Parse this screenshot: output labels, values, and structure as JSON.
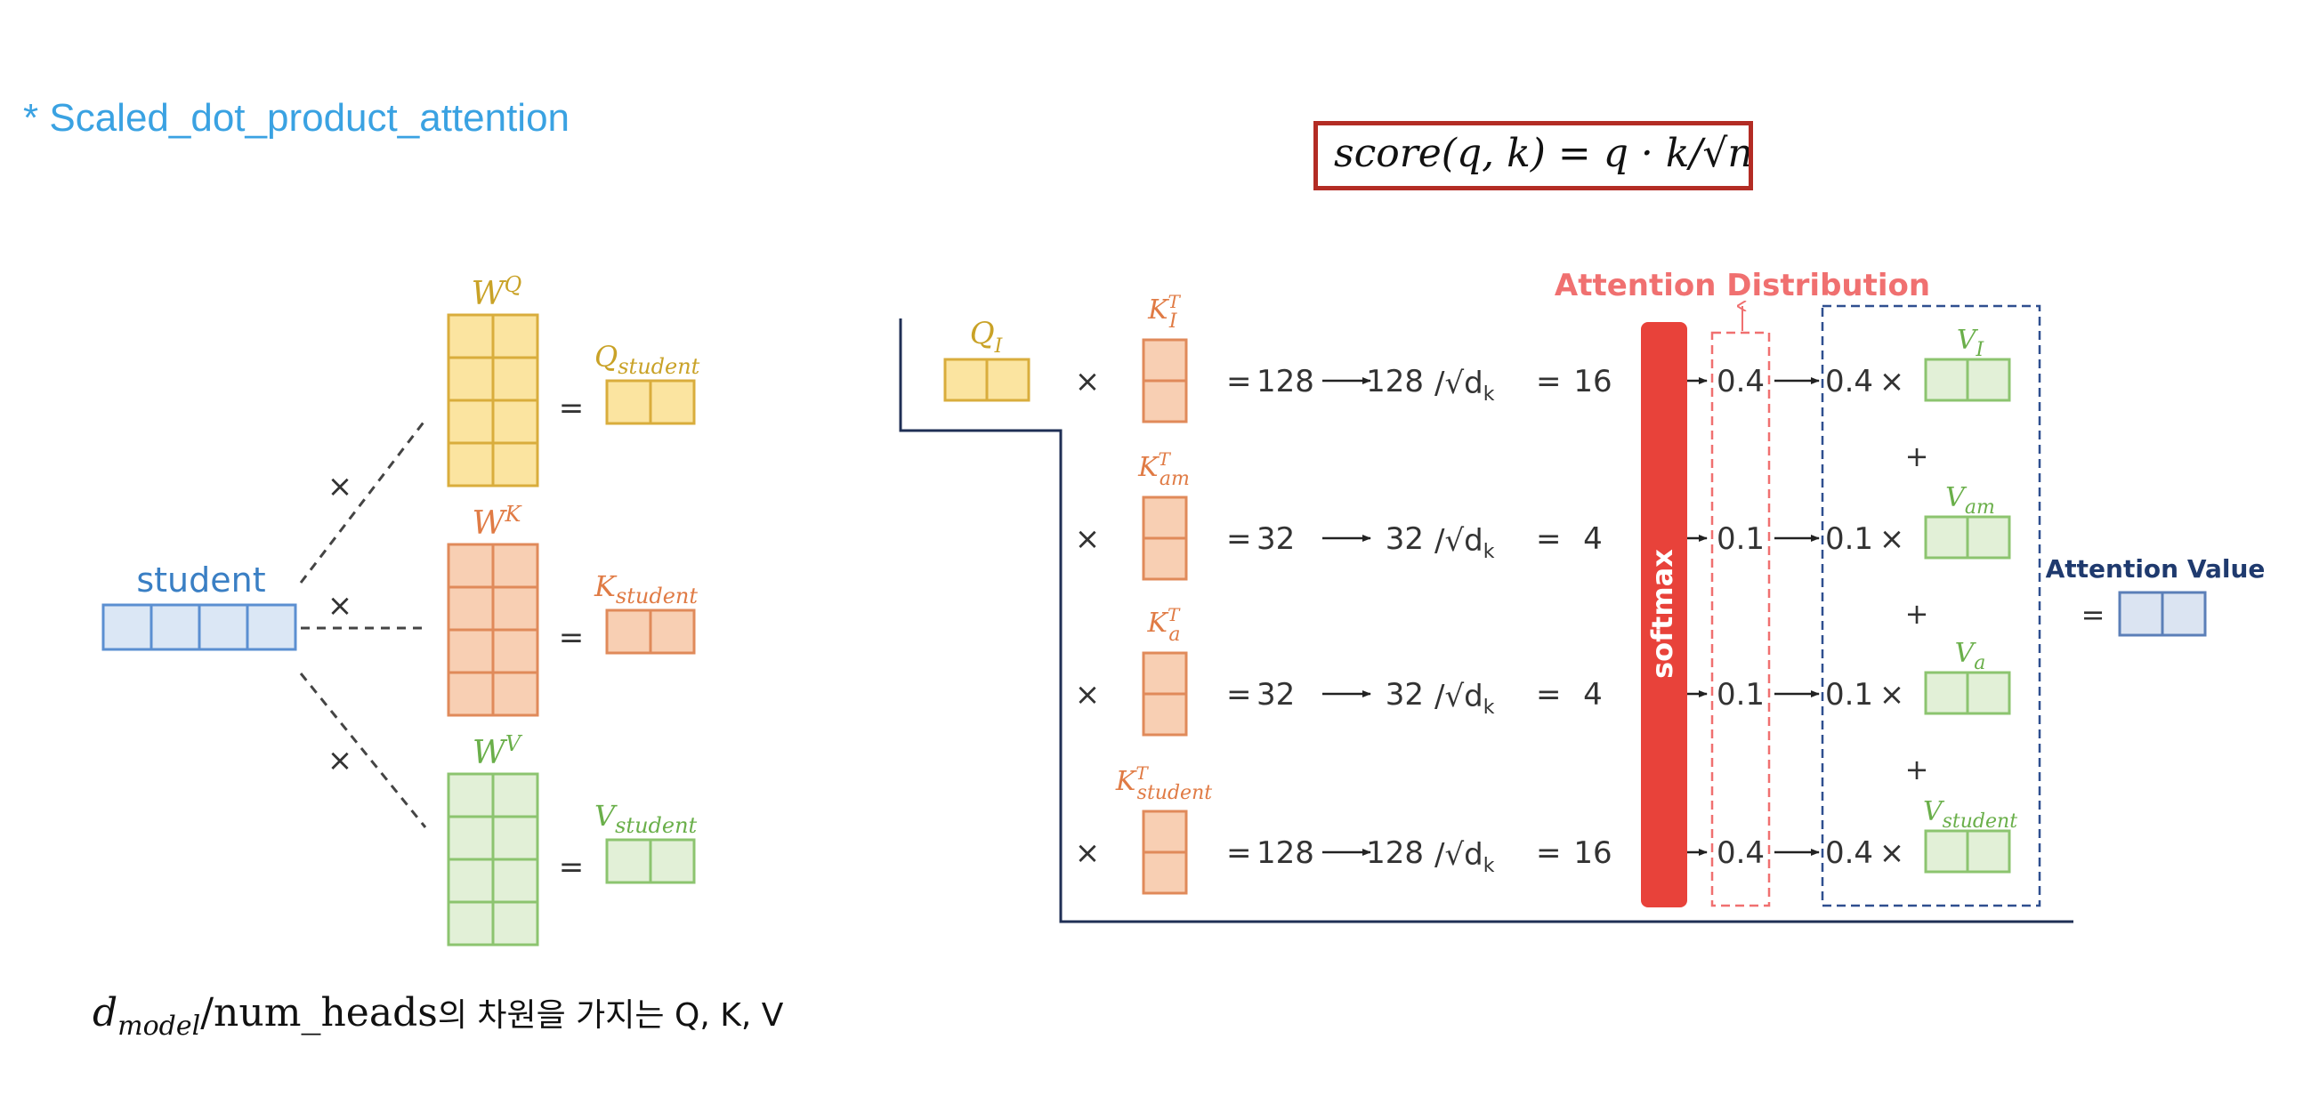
{
  "title": "* Scaled_dot_product_attention",
  "formula": "score(q, k) = q · k/√n",
  "caption": {
    "symbol": "d",
    "subscript": "model",
    "math_suffix": "/num_heads",
    "text": "의 차원을 가지는 Q, K, V"
  },
  "left": {
    "input_label": "student",
    "times": "×",
    "equals": "=",
    "weights": [
      {
        "name": "W",
        "sup": "Q",
        "output_label": "Q",
        "output_sub": "student",
        "color": "#c9a227"
      },
      {
        "name": "W",
        "sup": "K",
        "output_label": "K",
        "output_sub": "student",
        "color": "#e07b45"
      },
      {
        "name": "W",
        "sup": "V",
        "output_label": "V",
        "output_sub": "student",
        "color": "#6aaf4a"
      }
    ]
  },
  "right": {
    "query_label": "Q",
    "query_sub": "I",
    "attention_distribution_label": "Attention Distribution",
    "softmax_label": "softmax",
    "attention_value_label": "Attention Value",
    "sqrt_dk": "√d",
    "dk_sub": "k",
    "times": "×",
    "equals": "=",
    "plus": "+",
    "rows": [
      {
        "key_sub": "I",
        "dot": "128",
        "scaled_num": "128",
        "scaled": "16",
        "prob": "0.4",
        "weight": "0.4",
        "value_sub": "I"
      },
      {
        "key_sub": "am",
        "dot": "32",
        "scaled_num": "32",
        "scaled": "4",
        "prob": "0.1",
        "weight": "0.1",
        "value_sub": "am"
      },
      {
        "key_sub": "a",
        "dot": "32",
        "scaled_num": "32",
        "scaled": "4",
        "prob": "0.1",
        "weight": "0.1",
        "value_sub": "a"
      },
      {
        "key_sub": "student",
        "dot": "128",
        "scaled_num": "128",
        "scaled": "16",
        "prob": "0.4",
        "weight": "0.4",
        "value_sub": "student"
      }
    ]
  },
  "colors": {
    "title": "#3aa2e2",
    "formula_border": "#b32c24",
    "query": "#c9a227",
    "key": "#e07b45",
    "value": "#6aaf4a",
    "input": "#5b8fd1",
    "softmax": "#e8423a",
    "distribution": "#f07070",
    "value_box": "#2f4f8f",
    "attention_value_label": "#1f3a6e"
  }
}
